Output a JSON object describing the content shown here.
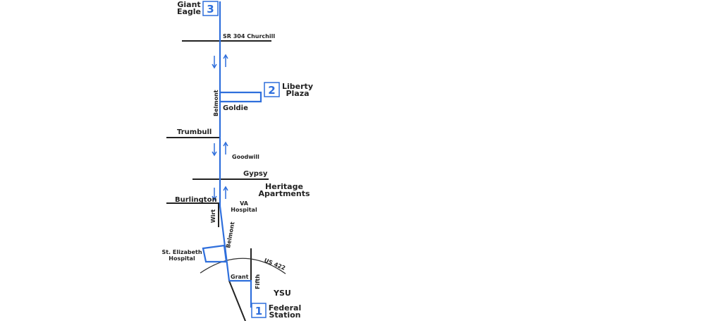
{
  "colors": {
    "route": "#2f6fdc",
    "street": "#222222",
    "curve": "#333333",
    "background": "#ffffff"
  },
  "stops": [
    {
      "number": "3",
      "name_line1": "Giant",
      "name_line2": "Eagle"
    },
    {
      "number": "2",
      "name_line1": "Liberty",
      "name_line2": "Plaza"
    },
    {
      "number": "1",
      "name_line1": "Federal",
      "name_line2": "Station"
    }
  ],
  "streets": {
    "sr304": "SR 304 Churchill",
    "belmont": "Belmont",
    "goldie": "Goldie",
    "trumbull": "Trumbull",
    "gypsy": "Gypsy",
    "burlington": "Burlington",
    "wirt": "Wirt",
    "belmont_lower": "Belmont",
    "us422": "US 422",
    "grant": "Grant",
    "fifth": "Fifth"
  },
  "landmarks": {
    "goodwill": "Goodwill",
    "heritage_line1": "Heritage",
    "heritage_line2": "Apartments",
    "va_line1": "VA",
    "va_line2": "Hospital",
    "stelizabeth_line1": "St. Elizabeth",
    "stelizabeth_line2": "Hospital",
    "ysu": "YSU"
  },
  "direction_icons": [
    "arrow-down-icon",
    "arrow-up-icon"
  ]
}
